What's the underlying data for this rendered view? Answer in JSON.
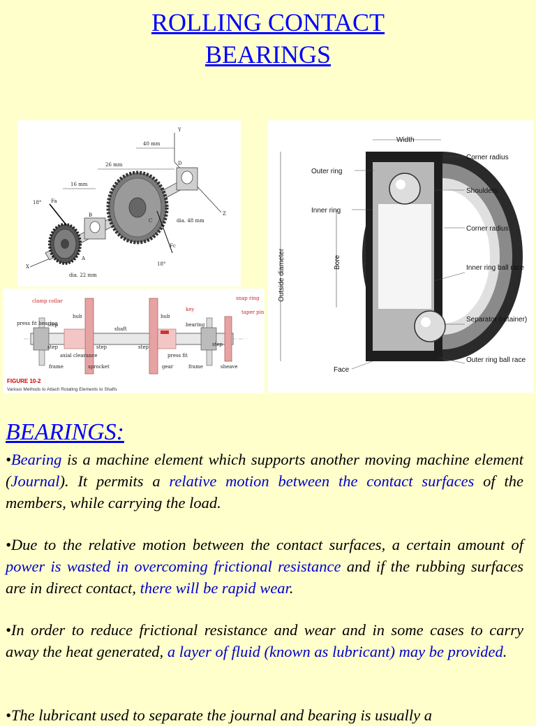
{
  "title": {
    "line1": "ROLLING CONTACT",
    "line2": "BEARINGS"
  },
  "shaft_figure": {
    "dims": [
      "40 mm",
      "26 mm",
      "16 mm",
      "dia. 48 mm",
      "dia. 22 mm",
      "18°",
      "18°"
    ],
    "axes": [
      "Y",
      "Z",
      "X"
    ],
    "points": [
      "A",
      "B",
      "C",
      "D"
    ],
    "forces": [
      "Fa",
      "Fc"
    ]
  },
  "assembly_figure": {
    "labels": [
      "clamp collar",
      "hub",
      "key",
      "snap ring",
      "taper pin",
      "press fit bearing",
      "step",
      "shaft",
      "hub",
      "bearing",
      "step",
      "step",
      "axial clearance",
      "step",
      "press fit",
      "step",
      "frame",
      "sprocket",
      "gear",
      "frame",
      "sheave"
    ],
    "caption_title": "FIGURE 10-2",
    "caption_text": "Various Methods to Attach Rotating Elements to Shafts"
  },
  "bearing_figure": {
    "callouts": [
      "Width",
      "Corner radius",
      "Outer ring",
      "Shoulders",
      "Inner ring",
      "Corner radius",
      "Outside diameter",
      "Bore",
      "Inner ring ball race",
      "Separator (retainer)",
      "Outer ring ball race",
      "Face"
    ]
  },
  "section": {
    "heading": "BEARINGS:"
  },
  "paragraphs": [
    {
      "a": "•",
      "b": "Bearing",
      "c": " is a machine element which supports another moving machine element (",
      "d": "Journal",
      "e": ").  It permits a ",
      "f": "relative motion between the contact surfaces",
      "g": " of the members, while carrying the load."
    },
    {
      "a": "•Due to the relative motion between the contact surfaces, a certain amount of ",
      "b": "power is wasted in overcoming frictional resistance",
      "c": " and if the rubbing surfaces are in direct contact, ",
      "d": "there will be rapid wear",
      "e": "."
    },
    {
      "a": "•In order to reduce frictional resistance and wear and in some cases to carry away the heat generated, ",
      "b": "a layer of fluid (known as lubricant) may be provided",
      "c": "."
    },
    {
      "a": "•The lubricant used to separate the journal and bearing is usually a"
    }
  ],
  "colors": {
    "background": "#ffffcc",
    "title": "#0000ff",
    "highlight": "#0000cc",
    "caption": "#cc0000"
  }
}
